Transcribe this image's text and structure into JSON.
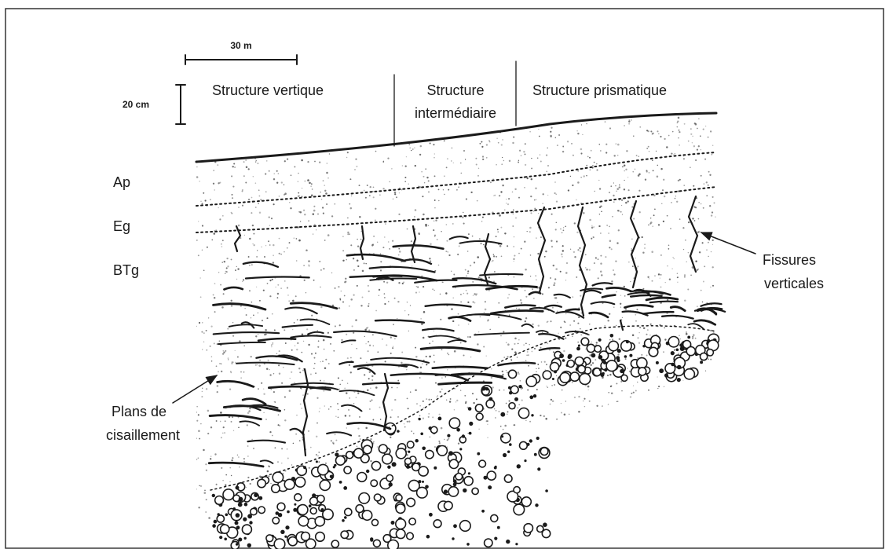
{
  "scale": {
    "horizontal": "30 m",
    "vertical": "20 cm"
  },
  "structures": {
    "vertique": "Structure vertique",
    "intermediaire_line1": "Structure",
    "intermediaire_line2": "intermédiaire",
    "prismatique": "Structure prismatique"
  },
  "horizons": {
    "ap": "Ap",
    "eg": "Eg",
    "btg": "BTg"
  },
  "annotations": {
    "fissures_line1": "Fissures",
    "fissures_line2": "verticales",
    "plans_line1": "Plans de",
    "plans_line2": "cisaillement"
  },
  "colors": {
    "ink": "#1a1a1a",
    "frame": "#333333",
    "background": "#ffffff"
  }
}
